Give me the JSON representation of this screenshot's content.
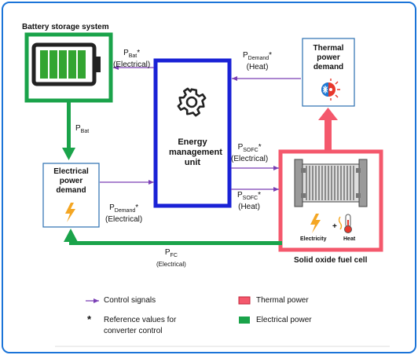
{
  "battery": {
    "title": "Battery storage system"
  },
  "ems": {
    "line1": "Energy",
    "line2": "management",
    "line3": "unit"
  },
  "thermal_demand": {
    "line1": "Thermal",
    "line2": "power",
    "line3": "demand"
  },
  "electrical_demand": {
    "line1": "Electrical",
    "line2": "power",
    "line3": "demand"
  },
  "sofc": {
    "title": "Solid oxide fuel cell",
    "electricity": "Electricity",
    "plus": "+",
    "heat": "Heat"
  },
  "signals": {
    "p_bat_star": {
      "main": "P",
      "sub": "Bat",
      "star": "*",
      "note": "(Electrical)"
    },
    "p_demand_heat": {
      "main": "P",
      "sub": "Demand",
      "star": "*",
      "note": "(Heat)"
    },
    "p_sofc_elec": {
      "main": "P",
      "sub": "SOFC",
      "star": "*",
      "note": "(Electrical)"
    },
    "p_sofc_heat": {
      "main": "P",
      "sub": "SOFC",
      "star": "*",
      "note": "(Heat)"
    },
    "p_demand_elec": {
      "main": "P",
      "sub": "Demand",
      "star": "*",
      "note": "(Electrical)"
    },
    "p_bat": {
      "main": "P",
      "sub": "Bat"
    },
    "p_fc": {
      "main": "P",
      "sub": "FC",
      "note": "(Electrical)"
    }
  },
  "legend": {
    "control": "Control signals",
    "star": "*",
    "ref_line1": "Reference values for",
    "ref_line2": "converter control",
    "thermal": "Thermal power",
    "electrical": "Electrical power"
  },
  "colors": {
    "control": "#7a3fb5",
    "thermal": "#f4586c",
    "electrical": "#1aa34a",
    "ems": "#1a22d6",
    "box_border": "#2a6fb0"
  }
}
